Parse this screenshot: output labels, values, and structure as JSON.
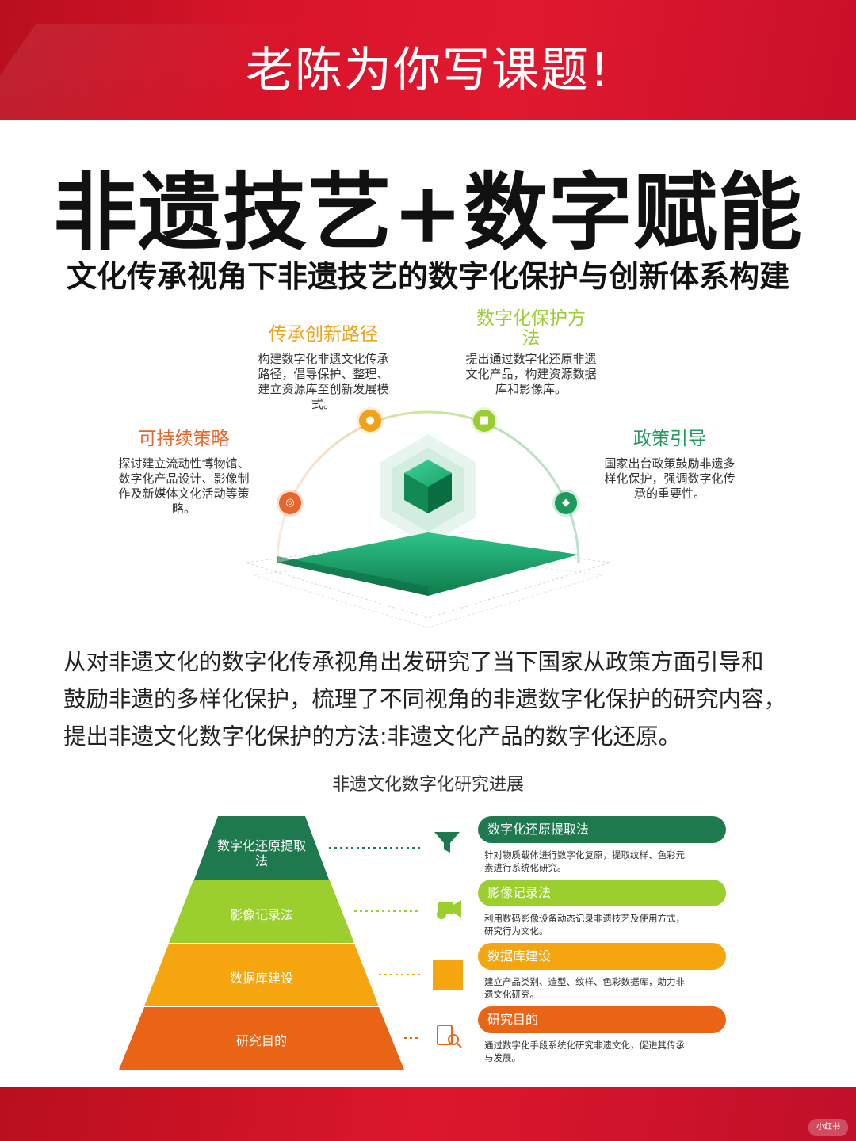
{
  "banner": {
    "text": "老陈为你写课题!"
  },
  "header": {
    "title": "非遗技艺+数字赋能",
    "subtitle": "文化传承视角下非遗技艺的数字化保护与创新体系构建"
  },
  "diagram": {
    "nodes": [
      {
        "title": "传承创新路径",
        "desc": [
          "构建数字化非遗文化传承",
          "路径，倡导保护、整理、",
          "建立资源库至创新发展模",
          "式。"
        ],
        "color": "#f0a21a"
      },
      {
        "title_lines": [
          "数字化保护方",
          "法"
        ],
        "desc": [
          "提出通过数字化还原非遗",
          "文化产品，构建资源数据",
          "库和影像库。"
        ],
        "color": "#9acd32"
      },
      {
        "title": "可持续策略",
        "desc": [
          "探讨建立流动性博物馆、",
          "数字化产品设计、影像制",
          "作及新媒体文化活动等策",
          "略。"
        ],
        "color": "#e8662a"
      },
      {
        "title": "政策引导",
        "desc": [
          "国家出台政策鼓励非遗多",
          "样化保护，强调数字化传",
          "承的重要性。"
        ],
        "color": "#1e9a5b"
      }
    ]
  },
  "paragraph": {
    "lines": [
      "从对非遗文化的数字化传承视角出发研究了当下国家从政策方面引导和",
      "鼓励非遗的多样化保护，梳理了不同视角的非遗数字化保护的研究内容，",
      "提出非遗文化数字化保护的方法:非遗文化产品的数字化还原。"
    ]
  },
  "pyramid": {
    "title": "非遗文化数字化研究进展",
    "layers": [
      {
        "label_lines": [
          "数字化还原提取",
          "法"
        ],
        "color": "#1e7a4e",
        "pill": "数字化还原提取法",
        "desc": [
          "针对物质载体进行数字化复原，提取纹样、色彩元",
          "素进行系统化研究。"
        ],
        "icon": "funnel-icon"
      },
      {
        "label_lines": [
          "影像记录法"
        ],
        "color": "#9bcf2e",
        "pill": "影像记录法",
        "desc": [
          "利用数码影像设备动态记录非遗技艺及使用方式，",
          "研究行为文化。"
        ],
        "icon": "video-camera-icon"
      },
      {
        "label_lines": [
          "数据库建设"
        ],
        "color": "#f5a50d",
        "pill": "数据库建设",
        "desc": [
          "建立产品类别、造型、纹样、色彩数据库，助力非",
          "遗文化研究。"
        ],
        "icon": "database-square-icon"
      },
      {
        "label_lines": [
          "研究目的"
        ],
        "color": "#ea6415",
        "pill": "研究目的",
        "desc": [
          "通过数字化手段系统化研究非遗文化，促进其传承",
          "与发展。"
        ],
        "icon": "document-search-icon"
      }
    ]
  },
  "watermark": {
    "text": "小红书"
  }
}
